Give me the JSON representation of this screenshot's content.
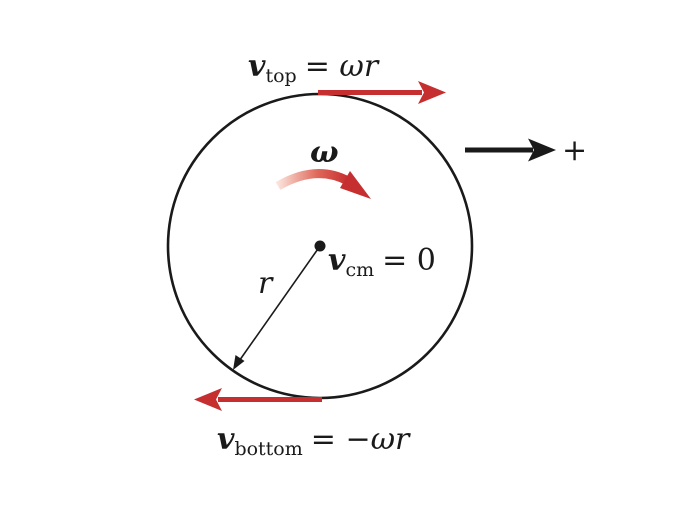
{
  "labels": {
    "top": {
      "symbol": "v",
      "subscript": "top",
      "rhs": "= ωr"
    },
    "cm": {
      "symbol": "v",
      "subscript": "cm",
      "rhs": "= 0"
    },
    "bottom": {
      "symbol": "v",
      "subscript": "bottom",
      "rhs": "= −ωr"
    },
    "omega": "ω",
    "radius": "r",
    "positive_direction": "+"
  },
  "colors": {
    "velocity_arrow": "#c62f2f",
    "outline": "#1a1a1a",
    "rotation_arrow_start": "#fbe3dc",
    "rotation_arrow_end": "#c62f2f"
  }
}
